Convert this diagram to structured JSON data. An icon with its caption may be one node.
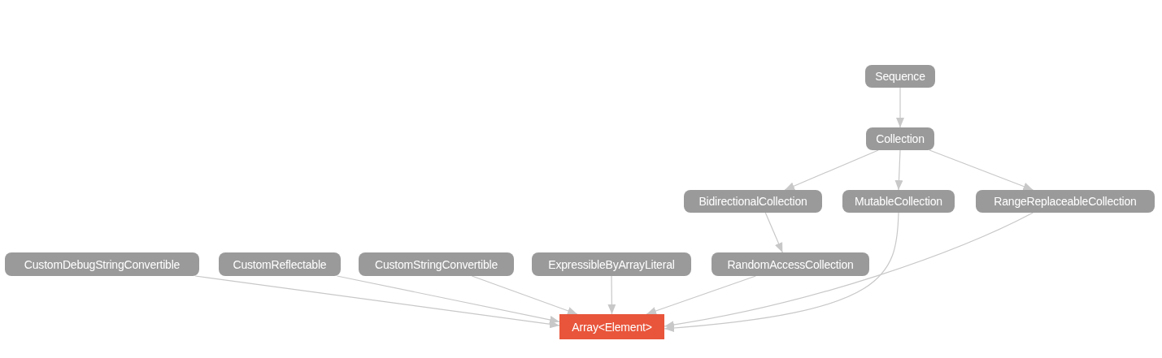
{
  "diagram": {
    "nodes": [
      {
        "text": [
          "Sequence"
        ]
      },
      {
        "text": [
          "Collection"
        ]
      },
      {
        "text": [
          "BidirectionalCollection"
        ]
      },
      {
        "text": [
          "MutableCollection"
        ]
      },
      {
        "text": [
          "RangeReplaceableCollection"
        ]
      },
      {
        "text": [
          "CustomDebugStringConvertible"
        ]
      },
      {
        "text": [
          "CustomReflectable"
        ]
      },
      {
        "text": [
          "CustomStringConvertible"
        ]
      },
      {
        "text": [
          "ExpressibleByArrayLiteral"
        ]
      },
      {
        "text": [
          "RandomAccessCollection"
        ]
      },
      {
        "text": [
          "Array<Element>"
        ]
      }
    ],
    "edges": [
      {
        "from": 0,
        "to": 1,
        "arrow": "to"
      },
      {
        "from": 1,
        "to": 2,
        "arrow": "to"
      },
      {
        "from": 1,
        "to": 3,
        "arrow": "to"
      },
      {
        "from": 1,
        "to": 4,
        "arrow": "to"
      },
      {
        "from": 2,
        "to": 9,
        "arrow": "to"
      },
      {
        "from": 5,
        "to": 10,
        "arrow": "to"
      },
      {
        "from": 6,
        "to": 10,
        "arrow": "to"
      },
      {
        "from": 7,
        "to": 10,
        "arrow": "to"
      },
      {
        "from": 8,
        "to": 10,
        "arrow": "to"
      },
      {
        "from": 9,
        "to": 10,
        "arrow": "to"
      },
      {
        "from": 3,
        "to": 10,
        "arrow": "to"
      },
      {
        "from": 4,
        "to": 10,
        "arrow": "to"
      }
    ]
  }
}
